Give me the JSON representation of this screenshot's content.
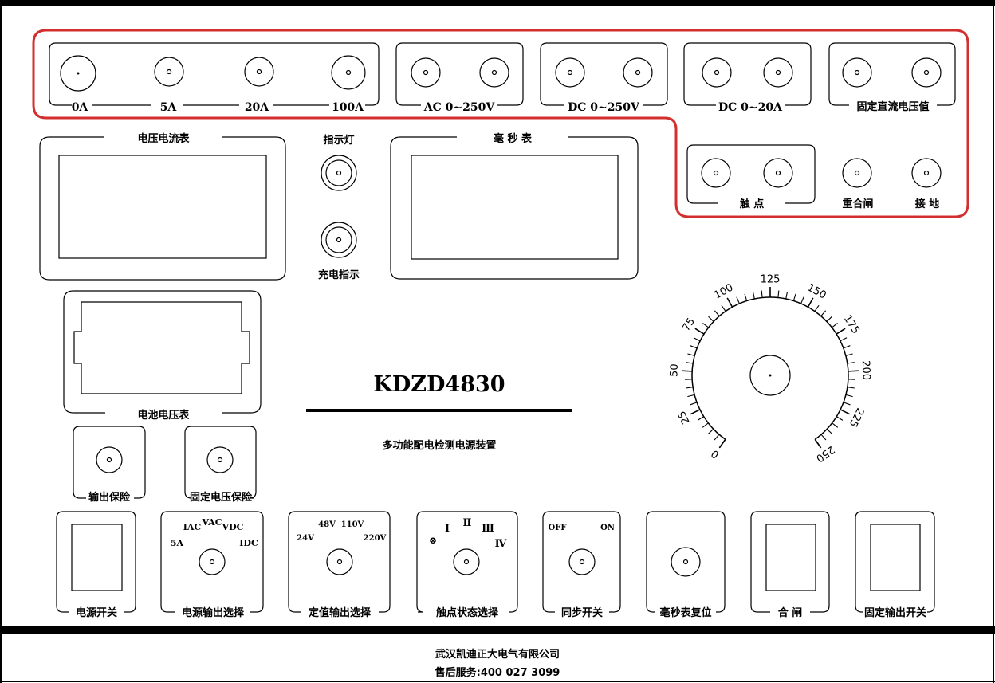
{
  "colors": {
    "frame": "#000000",
    "highlight": "#d32f2f",
    "background": "#ffffff"
  },
  "terminals": {
    "current": {
      "labels": [
        "0A",
        "5A",
        "20A",
        "100A"
      ]
    },
    "ac": {
      "label": "AC 0~250V"
    },
    "dc": {
      "label": "DC 0~250V"
    },
    "dc_current": {
      "label": "DC 0~20A"
    },
    "fixed_dc": {
      "label": "固定直流电压值"
    },
    "contact": {
      "label": "触  点"
    },
    "reclose": {
      "label": "重合闸"
    },
    "ground": {
      "label": "接  地"
    }
  },
  "meters": {
    "voltage_current": {
      "title": "电压电流表"
    },
    "millisecond": {
      "title": "毫  秒  表"
    },
    "battery": {
      "title": "电池电压表"
    }
  },
  "indicators": {
    "light": "指示灯",
    "charge": "充电指示"
  },
  "model": "KDZD4830",
  "device_name": "多功能配电检测电源装置",
  "dial": {
    "scale": [
      "0",
      "25",
      "50",
      "75",
      "100",
      "125",
      "150",
      "175",
      "200",
      "225",
      "250"
    ]
  },
  "fuses": {
    "output": "输出保险",
    "fixed_voltage": "固定电压保险"
  },
  "controls": {
    "power_switch": "电源开关",
    "power_output_select": {
      "label": "电源输出选择",
      "options": [
        "5A",
        "IAC",
        "VAC",
        "VDC",
        "IDC"
      ]
    },
    "fixed_output_select": {
      "label": "定值输出选择",
      "options": [
        "24V",
        "48V",
        "110V",
        "220V"
      ]
    },
    "contact_state_select": {
      "label": "触点状态选择",
      "options": [
        "⊗",
        "Ⅰ",
        "Ⅱ",
        "Ⅲ",
        "Ⅳ"
      ]
    },
    "sync_switch": {
      "label": "同步开关",
      "off": "OFF",
      "on": "ON"
    },
    "ms_reset": "毫秒表复位",
    "close": "合  闸",
    "fixed_output_switch": "固定输出开关"
  },
  "footer": {
    "company": "武汉凯迪正大电气有限公司",
    "service": "售后服务:400 027 3099"
  }
}
